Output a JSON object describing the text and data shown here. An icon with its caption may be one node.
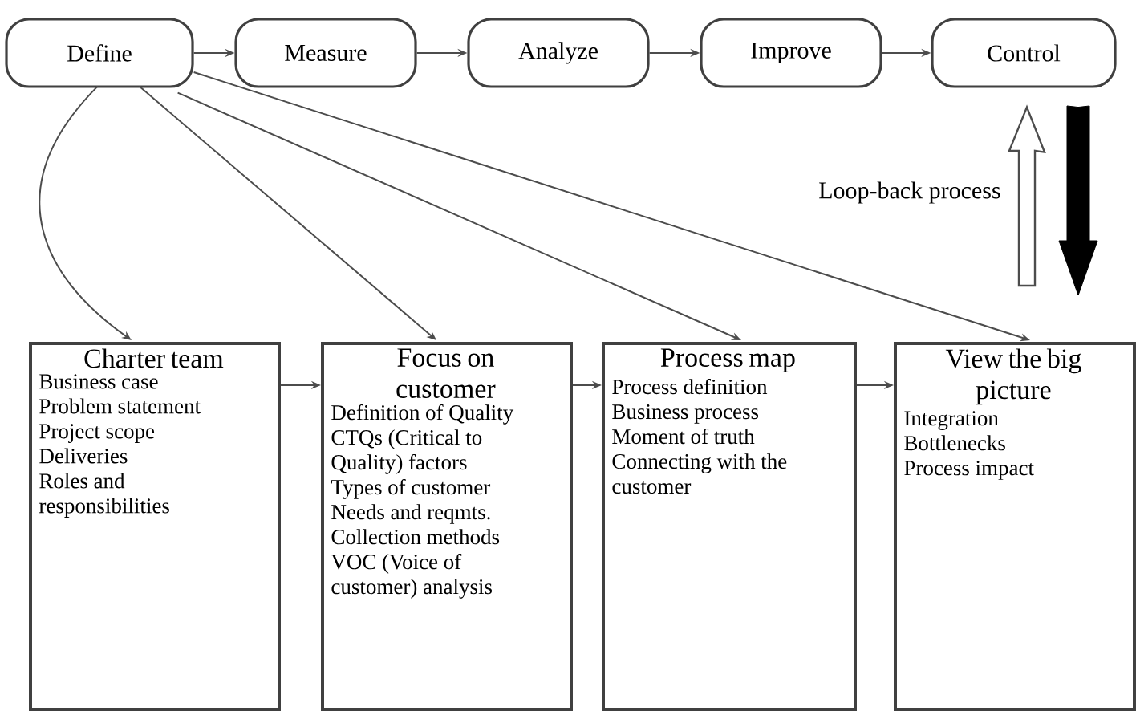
{
  "diagram": {
    "nodes": [
      {
        "text": [
          "Define"
        ]
      },
      {
        "text": [
          "Measure"
        ]
      },
      {
        "text": [
          "Analyze"
        ]
      },
      {
        "text": [
          "Improve"
        ]
      },
      {
        "text": [
          "Control"
        ]
      },
      {
        "text": [
          "Charter team",
          "Business case",
          "Problem statement",
          "Project scope",
          "Deliveries",
          "Roles and responsibilities"
        ]
      },
      {
        "text": [
          "Focus on customer",
          "Definition of Quality",
          "CTQs (Critical to Quality) factors",
          "Types of customer",
          "Needs and reqmts.",
          "Collection methods",
          "VOC (Voice of customer) analysis"
        ]
      },
      {
        "text": [
          "Process map",
          "Process definition",
          "Business process",
          "Moment of truth",
          "Connecting with the customer"
        ]
      },
      {
        "text": [
          "View the big picture",
          "Integration",
          "Bottlenecks",
          "Process impact"
        ]
      }
    ],
    "edges": [
      {
        "from": 0,
        "to": 1,
        "arrow": "to"
      },
      {
        "from": 1,
        "to": 2,
        "arrow": "to"
      },
      {
        "from": 2,
        "to": 3,
        "arrow": "to"
      },
      {
        "from": 3,
        "to": 4,
        "arrow": "to"
      },
      {
        "from": 0,
        "to": 5,
        "arrow": "to"
      },
      {
        "from": 0,
        "to": 6,
        "arrow": "to"
      },
      {
        "from": 0,
        "to": 7,
        "arrow": "to"
      },
      {
        "from": 0,
        "to": 8,
        "arrow": "to"
      },
      {
        "from": 5,
        "to": 6,
        "arrow": "to"
      },
      {
        "from": 6,
        "to": 7,
        "arrow": "to"
      },
      {
        "from": 7,
        "to": 8,
        "arrow": "to"
      },
      {
        "from": null,
        "to": 4,
        "arrow": "to",
        "style": "thick"
      },
      {
        "from": 4,
        "to": null,
        "arrow": "to",
        "style": "thick"
      }
    ],
    "labels": [
      "Loop-back process"
    ]
  }
}
